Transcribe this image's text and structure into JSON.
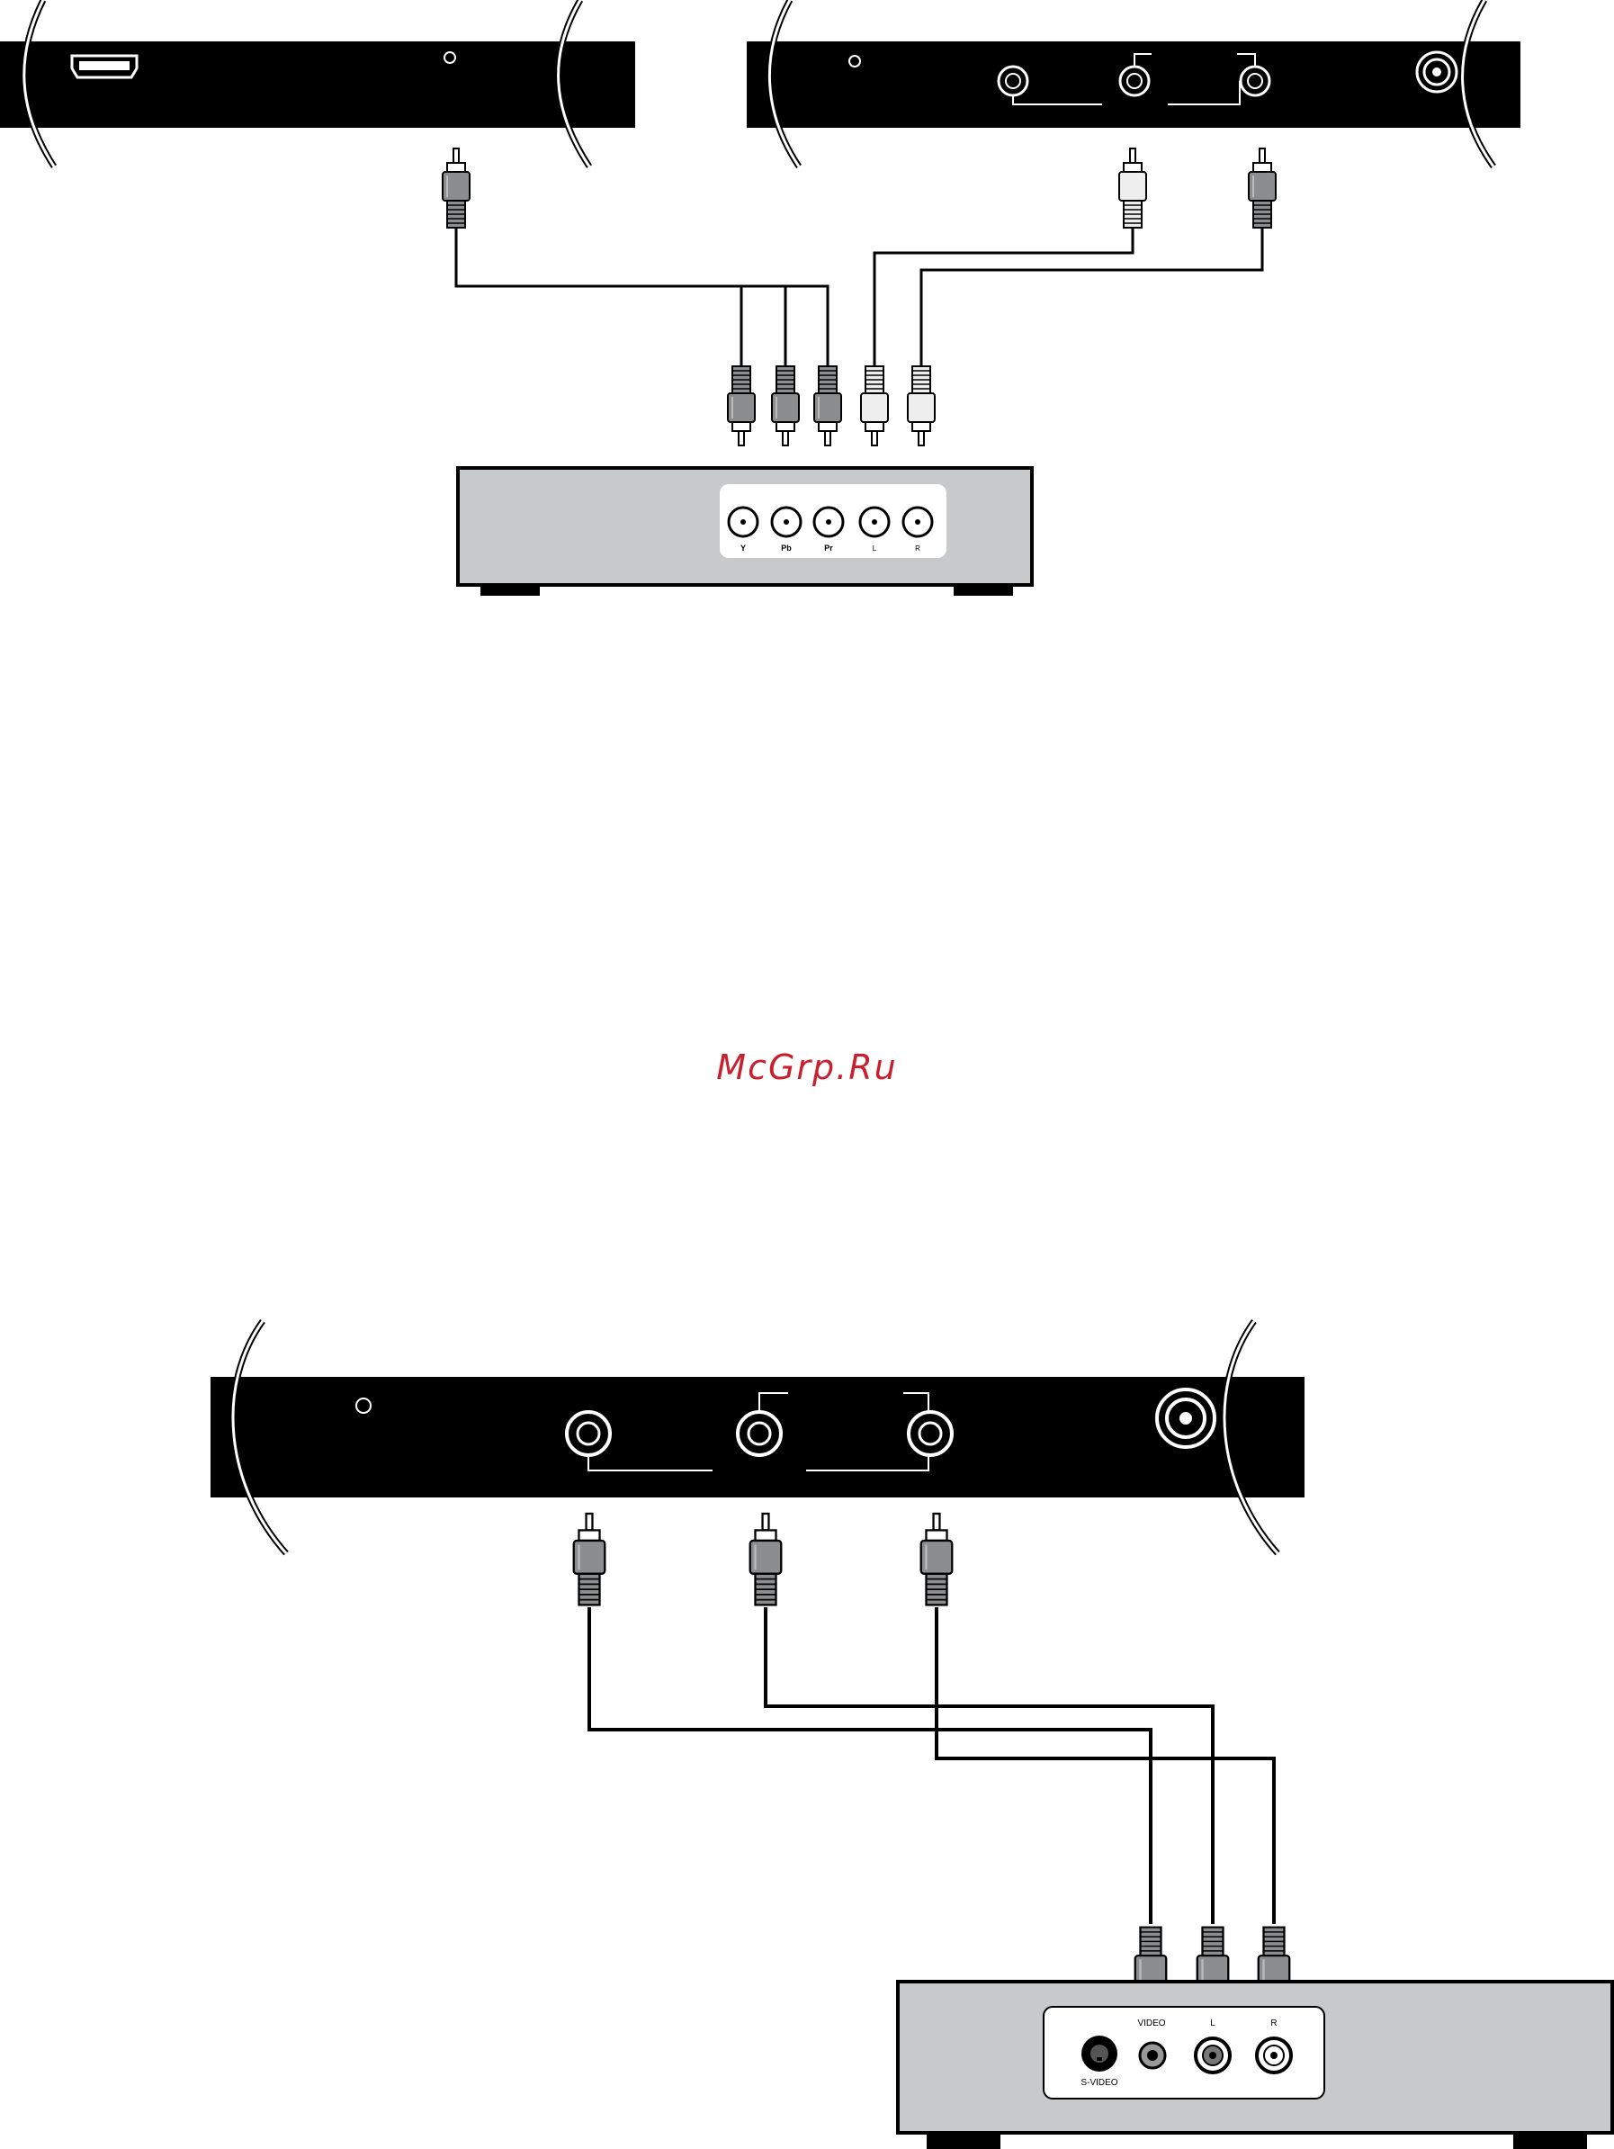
{
  "watermark": "McGrp.Ru",
  "diagram_top": {
    "source_jack_labels": [
      "Y",
      "Pb",
      "Pr",
      "L",
      "R"
    ]
  },
  "diagram_bottom": {
    "source_jack_labels": [
      "VIDEO",
      "L",
      "R",
      "S-VIDEO"
    ]
  },
  "colors": {
    "panel": "#000000",
    "device_body": "#c8c9cb",
    "cable": "#000000",
    "plug_dark": "#8c8d8f",
    "plug_light": "#e9e9e9",
    "watermark": "#c8202f"
  },
  "icons": [
    "hdmi-port-icon",
    "rca-jack-icon",
    "coax-antenna-icon",
    "s-video-jack-icon",
    "rca-plug-icon"
  ]
}
